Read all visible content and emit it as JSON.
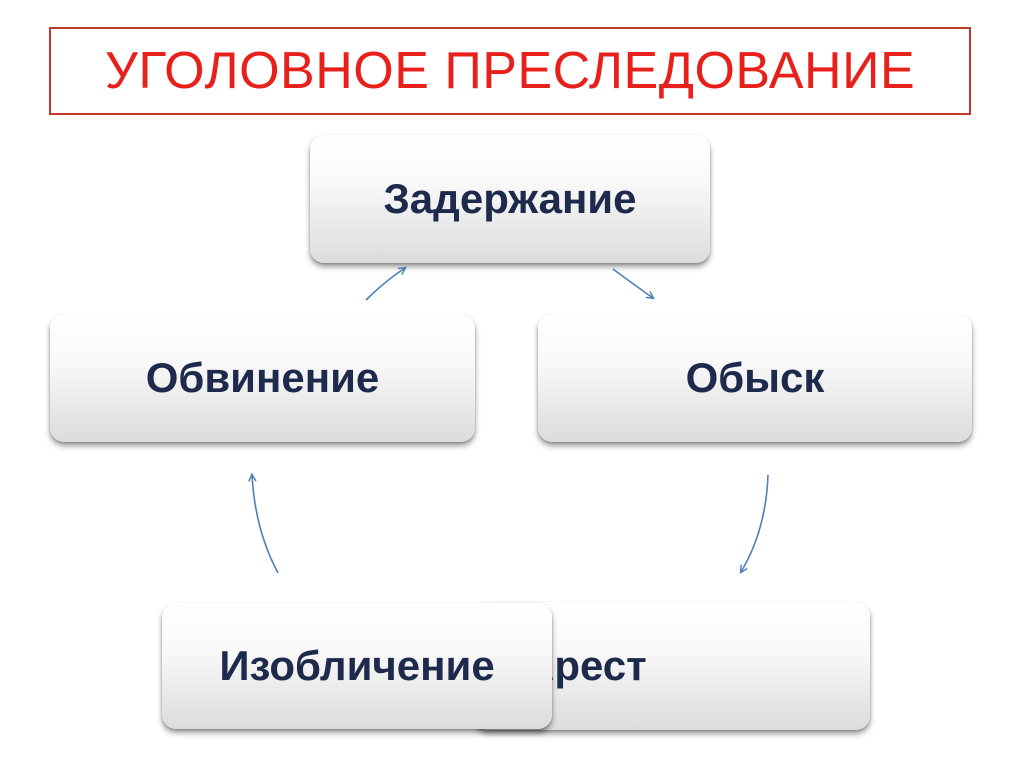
{
  "slide": {
    "title": "УГОЛОВНОЕ ПРЕСЛЕДОВАНИЕ"
  },
  "nodes": {
    "detention": "Задержание",
    "charge": "Обвинение",
    "search": "Обыск",
    "arrest": "Арест",
    "exposure": "Изобличение"
  },
  "colors": {
    "title_text": "#e8201c",
    "title_border": "#c0392b",
    "node_text": "#1d2a4c",
    "arrow": "#4f7fb8"
  }
}
